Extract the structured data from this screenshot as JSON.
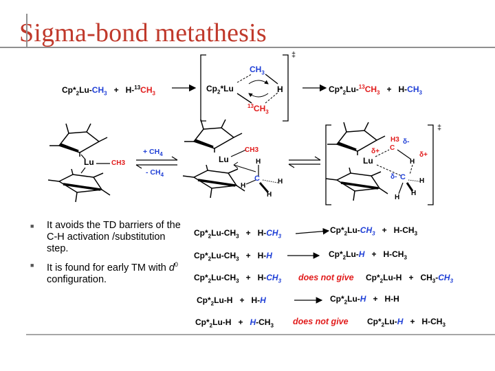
{
  "title": "Sigma-bond metathesis",
  "scheme1": {
    "ts_symbol": "‡",
    "ts_labels": {
      "methyl_top": [
        "CH",
        "3"
      ],
      "metal": [
        "Cp",
        "2",
        "*Lu"
      ],
      "h": "H",
      "methyl_bottom": [
        "13",
        "CH",
        "3"
      ]
    }
  },
  "scheme2": {
    "ts_symbol": "‡",
    "forward_label": [
      "+ CH",
      "4"
    ],
    "reverse_label": [
      "- CH",
      "4"
    ],
    "left_labels": {
      "lu": "Lu",
      "ch3": "CH3"
    },
    "mid_labels": {
      "lu": "Lu",
      "ch3": "CH3",
      "h": "H",
      "c": "C"
    },
    "ts_labels": {
      "lu": "Lu",
      "h3": "H3",
      "delta_minus": "δ-",
      "c": "C",
      "delta_plus": "δ+",
      "h": "H"
    }
  },
  "bullets": [
    {
      "text": "It avoids the TD barriers of the C-H activation /substitution step."
    },
    {
      "text_before": "It is found for early TM with ",
      "d": "d",
      "sup": "0",
      "text_after": " configuration."
    }
  ],
  "reactions": [
    {
      "note": ""
    },
    {
      "note": ""
    },
    {
      "note": "does not give"
    },
    {
      "note": ""
    },
    {
      "note": "does not give"
    }
  ],
  "colors": {
    "title": "#c0392b",
    "blue": "#1f3fd6",
    "red": "#e11b1b",
    "rule": "#8f8f8f"
  }
}
